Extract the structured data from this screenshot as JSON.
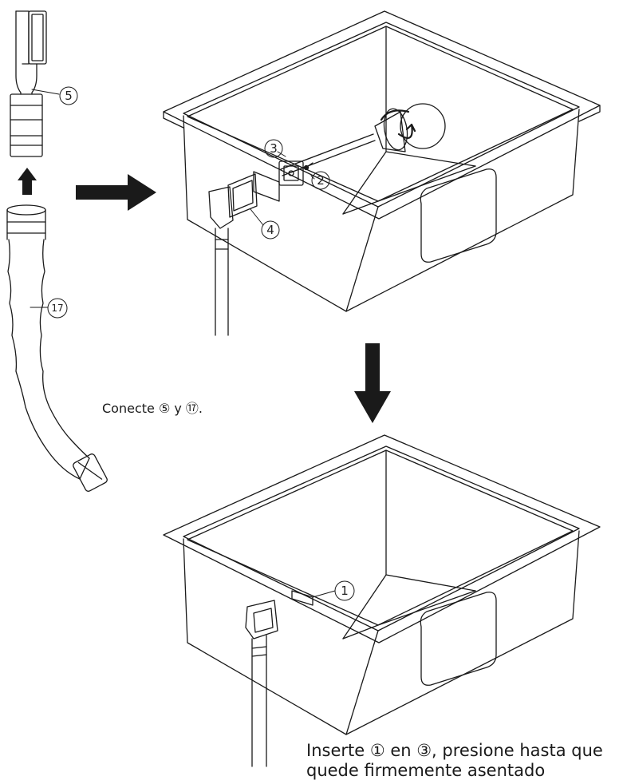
{
  "callouts": {
    "c1": "1",
    "c2": "2",
    "c3": "3",
    "c4": "4",
    "c5": "5",
    "c17": "17"
  },
  "captions": {
    "connect": "Conecte ⑤ y ⑰.",
    "insert_line1": "Inserte ① en ③, presione hasta que",
    "insert_line2": "quede firmemente asentado"
  }
}
